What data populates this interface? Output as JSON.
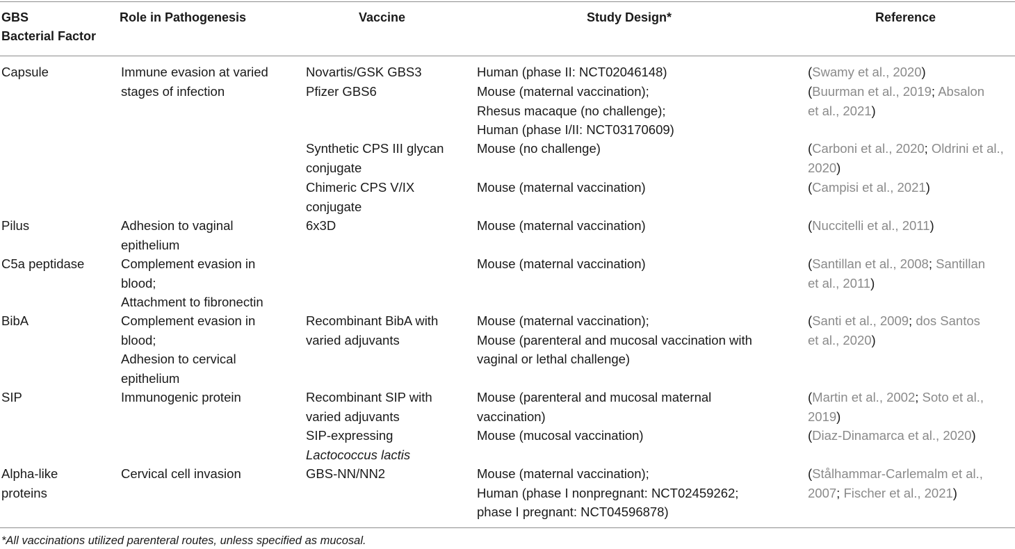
{
  "headers": {
    "factor": [
      "GBS",
      "Bacterial Factor"
    ],
    "role": "Role in Pathogenesis",
    "vaccine": "Vaccine",
    "design": "Study Design*",
    "reference": "Reference"
  },
  "rows": {
    "capsule": {
      "factor": "Capsule",
      "role": [
        "Immune evasion at varied",
        "stages of infection"
      ],
      "vaccines": {
        "v1": [
          "Novartis/GSK GBS3"
        ],
        "v2": [
          "Pfizer GBS6"
        ],
        "v3": [
          "Synthetic CPS III glycan",
          "conjugate"
        ],
        "v4": [
          "Chimeric CPS V/IX",
          "conjugate"
        ]
      },
      "designs": {
        "d1": [
          "Human (phase II: NCT02046148)"
        ],
        "d2": [
          "Mouse (maternal vaccination);",
          "Rhesus macaque (no challenge);",
          "Human (phase I/II: NCT03170609)"
        ],
        "d3": [
          "Mouse (no challenge)"
        ],
        "d4": [
          "Mouse (maternal vaccination)"
        ]
      },
      "refs": {
        "r1": {
          "open": "(",
          "a": "Swamy et al., 2020",
          "close": ")"
        },
        "r2": {
          "open": "(",
          "a": "Buurman et al., 2019",
          "sep": "; ",
          "b1": "Absalon",
          "b2": "et al., 2021",
          "close": ")"
        },
        "r3": {
          "open": "(",
          "a": "Carboni et al., 2020",
          "sep": "; ",
          "b1": "Oldrini et al.,",
          "b2": "2020",
          "close": ")"
        },
        "r4": {
          "open": "(",
          "a": "Campisi et al., 2021",
          "close": ")"
        }
      }
    },
    "pilus": {
      "factor": "Pilus",
      "role": [
        "Adhesion to vaginal",
        "epithelium"
      ],
      "vaccine": "6x3D",
      "design": "Mouse (maternal vaccination)",
      "ref": {
        "open": "(",
        "a": "Nuccitelli et al., 2011",
        "close": ")"
      }
    },
    "c5a": {
      "factor": "C5a peptidase",
      "role": [
        "Complement evasion in",
        "blood;",
        "Attachment to fibronectin"
      ],
      "design": "Mouse (maternal vaccination)",
      "ref": {
        "open": "(",
        "a": "Santillan et al., 2008",
        "sep": "; ",
        "b1": "Santillan",
        "b2": "et al., 2011",
        "close": ")"
      }
    },
    "biba": {
      "factor": "BibA",
      "role": [
        "Complement evasion in",
        "blood;",
        "Adhesion to cervical",
        "epithelium"
      ],
      "vaccine": [
        "Recombinant BibA with",
        "varied adjuvants"
      ],
      "design": [
        "Mouse (maternal vaccination);",
        "Mouse (parenteral and mucosal vaccination with",
        "vaginal or lethal challenge)"
      ],
      "ref": {
        "open": "(",
        "a": "Santi et al., 2009",
        "sep": "; ",
        "b1": "dos Santos",
        "b2": "et al., 2020",
        "close": ")"
      }
    },
    "sip": {
      "factor": "SIP",
      "role": "Immunogenic protein",
      "vaccines": {
        "v1": [
          "Recombinant SIP with",
          "varied adjuvants"
        ],
        "v2a": "SIP-expressing",
        "v2b": "Lactococcus lactis"
      },
      "designs": {
        "d1": [
          "Mouse (parenteral and mucosal maternal",
          "vaccination)"
        ],
        "d2": "Mouse (mucosal vaccination)"
      },
      "refs": {
        "r1": {
          "open": "(",
          "a": "Martin et al., 2002",
          "sep": "; ",
          "b1": "Soto et al.,",
          "b2": "2019",
          "close": ")"
        },
        "r2": {
          "open": "(",
          "a": "Diaz-Dinamarca et al., 2020",
          "close": ")"
        }
      }
    },
    "alpha": {
      "factor": [
        "Alpha-like",
        "proteins"
      ],
      "role": "Cervical cell invasion",
      "vaccine": "GBS-NN/NN2",
      "design": [
        "Mouse (maternal vaccination);",
        "Human (phase I nonpregnant: NCT02459262;",
        "phase I pregnant: NCT04596878)"
      ],
      "ref": {
        "open": "(",
        "a1": "Stålhammar-Carlemalm et al.,",
        "a2": "2007",
        "sep": "; ",
        "b": "Fischer et al., 2021",
        "close": ")"
      }
    }
  },
  "footnote": "*All vaccinations utilized parenteral routes, unless specified as mucosal."
}
